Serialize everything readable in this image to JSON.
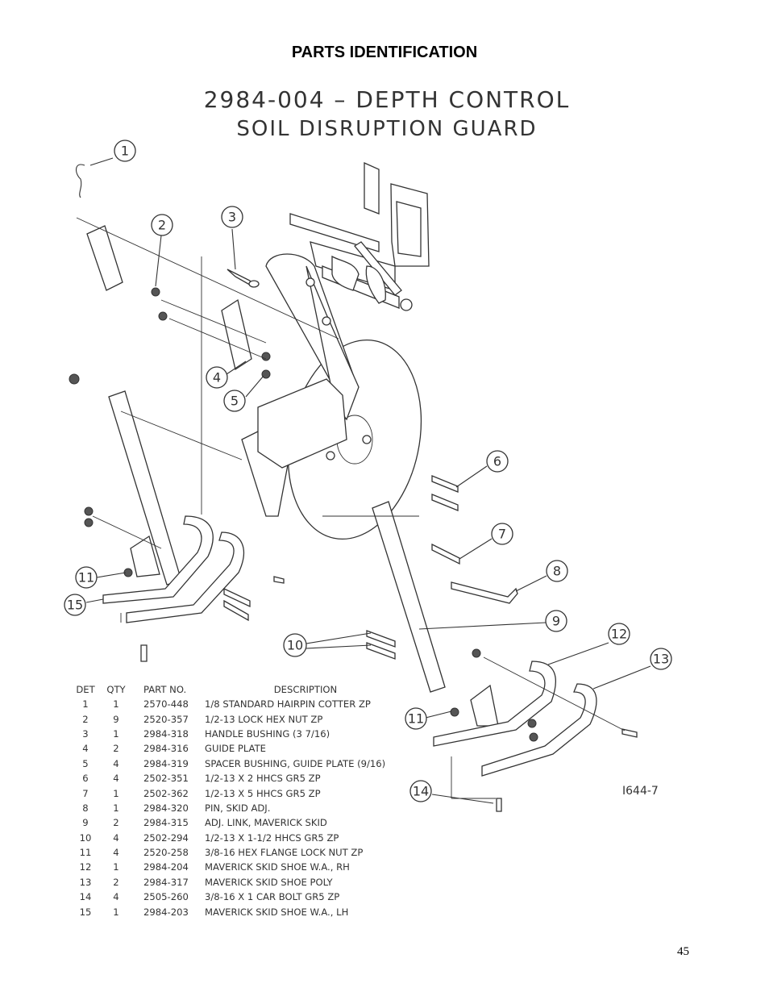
{
  "section_title": "PARTS IDENTIFICATION",
  "drawing": {
    "title_line1": "2984-004 – DEPTH CONTROL",
    "title_line2": "SOIL DISRUPTION GUARD",
    "number": "I644-7",
    "callouts": [
      "1",
      "2",
      "3",
      "4",
      "5",
      "6",
      "7",
      "8",
      "9",
      "10",
      "11",
      "11",
      "12",
      "13",
      "14",
      "15"
    ]
  },
  "parts_table": {
    "headers": {
      "det": "DET",
      "qty": "QTY",
      "part_no": "PART NO.",
      "description": "DESCRIPTION"
    },
    "rows": [
      {
        "det": "1",
        "qty": "1",
        "part_no": "2570-448",
        "description": "1/8 STANDARD HAIRPIN COTTER ZP"
      },
      {
        "det": "2",
        "qty": "9",
        "part_no": "2520-357",
        "description": "1/2-13 LOCK HEX NUT ZP"
      },
      {
        "det": "3",
        "qty": "1",
        "part_no": "2984-318",
        "description": "HANDLE BUSHING (3 7/16)"
      },
      {
        "det": "4",
        "qty": "2",
        "part_no": "2984-316",
        "description": "GUIDE PLATE"
      },
      {
        "det": "5",
        "qty": "4",
        "part_no": "2984-319",
        "description": "SPACER BUSHING, GUIDE PLATE (9/16)"
      },
      {
        "det": "6",
        "qty": "4",
        "part_no": "2502-351",
        "description": "1/2-13 X 2 HHCS GR5 ZP"
      },
      {
        "det": "7",
        "qty": "1",
        "part_no": "2502-362",
        "description": "1/2-13 X 5 HHCS GR5 ZP"
      },
      {
        "det": "8",
        "qty": "1",
        "part_no": "2984-320",
        "description": "PIN, SKID ADJ."
      },
      {
        "det": "9",
        "qty": "2",
        "part_no": "2984-315",
        "description": "ADJ. LINK, MAVERICK SKID"
      },
      {
        "det": "10",
        "qty": "4",
        "part_no": "2502-294",
        "description": "1/2-13 X 1-1/2 HHCS GR5 ZP"
      },
      {
        "det": "11",
        "qty": "4",
        "part_no": "2520-258",
        "description": "3/8-16 HEX FLANGE LOCK NUT ZP"
      },
      {
        "det": "12",
        "qty": "1",
        "part_no": "2984-204",
        "description": "MAVERICK SKID SHOE W.A., RH"
      },
      {
        "det": "13",
        "qty": "2",
        "part_no": "2984-317",
        "description": "MAVERICK SKID SHOE POLY"
      },
      {
        "det": "14",
        "qty": "4",
        "part_no": "2505-260",
        "description": "3/8-16 X 1 CAR BOLT GR5 ZP"
      },
      {
        "det": "15",
        "qty": "1",
        "part_no": "2984-203",
        "description": "MAVERICK SKID SHOE W.A., LH"
      }
    ]
  },
  "page_number": "45"
}
